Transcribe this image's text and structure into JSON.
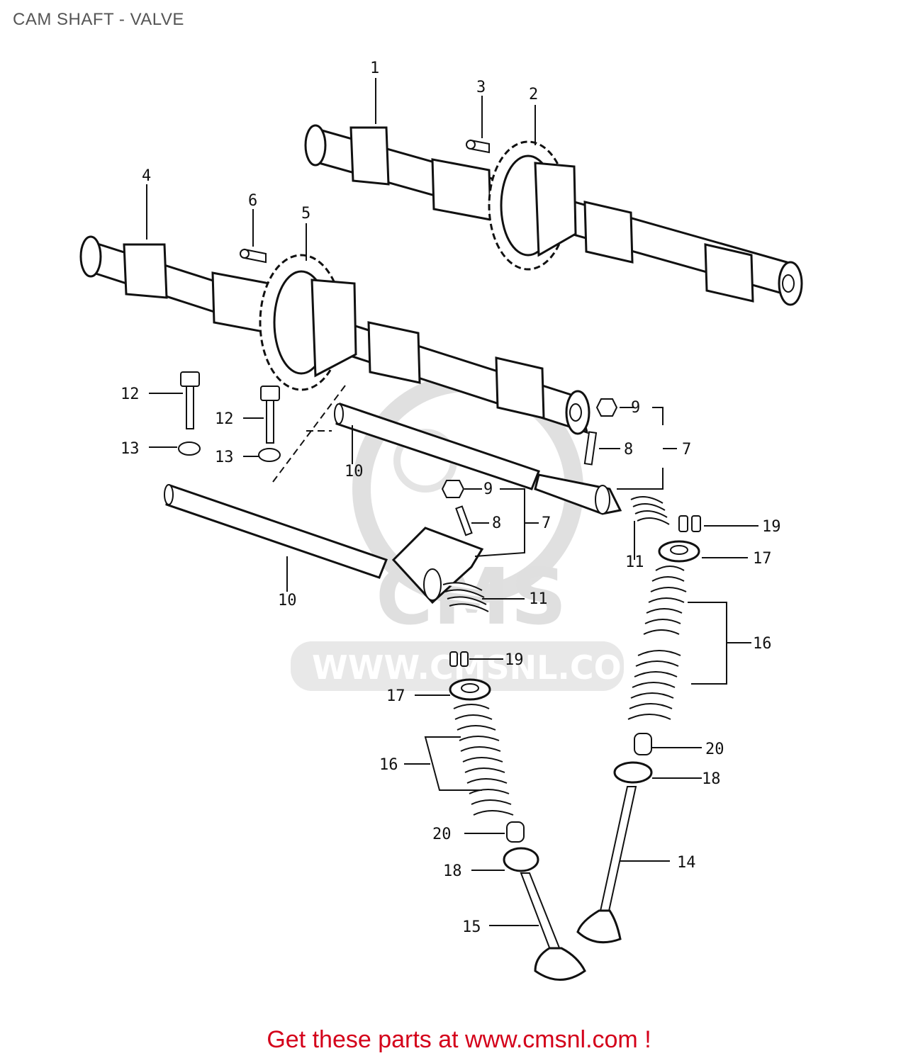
{
  "title": "CAM SHAFT - VALVE",
  "footer": "Get these parts at www.cmsnl.com !",
  "watermark": {
    "logo": "CMS",
    "url": "WWW.CMSNL.COM",
    "color": "#dcdcdc"
  },
  "colors": {
    "footer": "#d4001a",
    "title": "#555555",
    "ink": "#111111"
  },
  "callouts": [
    {
      "id": "c1",
      "label": "1"
    },
    {
      "id": "c2",
      "label": "2"
    },
    {
      "id": "c3",
      "label": "3"
    },
    {
      "id": "c4",
      "label": "4"
    },
    {
      "id": "c5",
      "label": "5"
    },
    {
      "id": "c6",
      "label": "6"
    },
    {
      "id": "c7a",
      "label": "7"
    },
    {
      "id": "c7b",
      "label": "7"
    },
    {
      "id": "c8a",
      "label": "8"
    },
    {
      "id": "c8b",
      "label": "8"
    },
    {
      "id": "c9a",
      "label": "9"
    },
    {
      "id": "c9b",
      "label": "9"
    },
    {
      "id": "c10a",
      "label": "10"
    },
    {
      "id": "c10b",
      "label": "10"
    },
    {
      "id": "c11a",
      "label": "11"
    },
    {
      "id": "c11b",
      "label": "11"
    },
    {
      "id": "c12a",
      "label": "12"
    },
    {
      "id": "c12b",
      "label": "12"
    },
    {
      "id": "c13a",
      "label": "13"
    },
    {
      "id": "c13b",
      "label": "13"
    },
    {
      "id": "c14",
      "label": "14"
    },
    {
      "id": "c15",
      "label": "15"
    },
    {
      "id": "c16a",
      "label": "16"
    },
    {
      "id": "c16b",
      "label": "16"
    },
    {
      "id": "c17a",
      "label": "17"
    },
    {
      "id": "c17b",
      "label": "17"
    },
    {
      "id": "c18a",
      "label": "18"
    },
    {
      "id": "c18b",
      "label": "18"
    },
    {
      "id": "c19a",
      "label": "19"
    },
    {
      "id": "c19b",
      "label": "19"
    },
    {
      "id": "c20a",
      "label": "20"
    },
    {
      "id": "c20b",
      "label": "20"
    }
  ]
}
